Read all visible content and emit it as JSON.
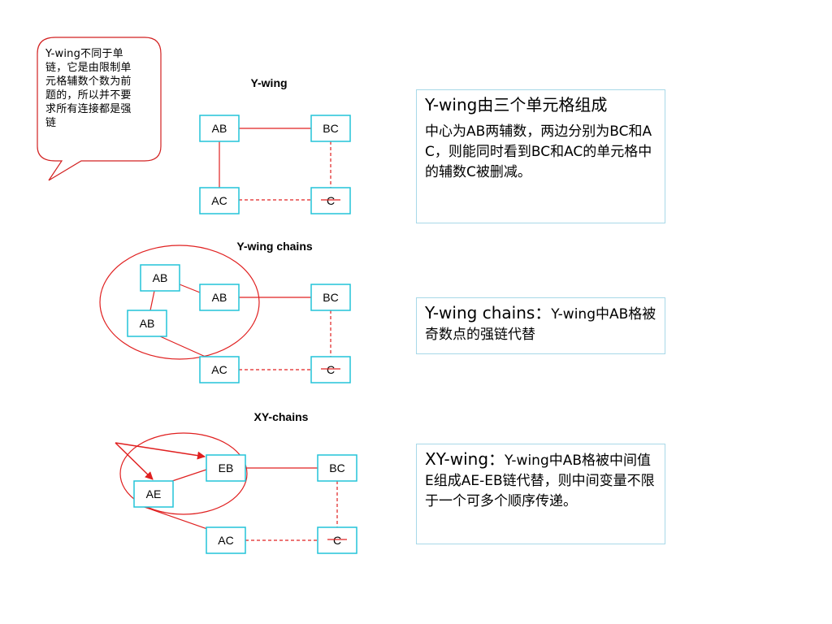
{
  "callout": {
    "text": "Y-wing不同于单链，它是由限制单元格辅数个数为前题的，所以并不要求所有连接都是强链"
  },
  "sections": [
    {
      "title": "Y-wing",
      "cells": {
        "ab": "AB",
        "bc": "BC",
        "ac": "AC",
        "c": "C"
      }
    },
    {
      "title": "Y-wing chains",
      "cells": {
        "ab1": "AB",
        "ab2": "AB",
        "ab3": "AB",
        "bc": "BC",
        "ac": "AC",
        "c": "C"
      }
    },
    {
      "title": "XY-chains",
      "cells": {
        "eb": "EB",
        "ae": "AE",
        "bc": "BC",
        "ac": "AC",
        "c": "C"
      }
    }
  ],
  "notes": {
    "ywing": {
      "heading": "Y-wing由三个单元格组成",
      "body": "中心为AB两辅数，两边分别为BC和AC，则能同时看到BC和AC的单元格中的辅数C被删减。"
    },
    "ywing_chains": {
      "lead": "Y-wing chains：",
      "body": "Y-wing中AB格被奇数点的强链代替"
    },
    "xy_wing": {
      "lead": "XY-wing：",
      "body": "Y-wing中AB格被中间值E组成AE-EB链代替，则中间变量不限于一个可多个顺序传递。"
    }
  },
  "colors": {
    "cell_border": "#22c4d8",
    "link": "#e02020",
    "note_border": "#a8d8e8"
  }
}
